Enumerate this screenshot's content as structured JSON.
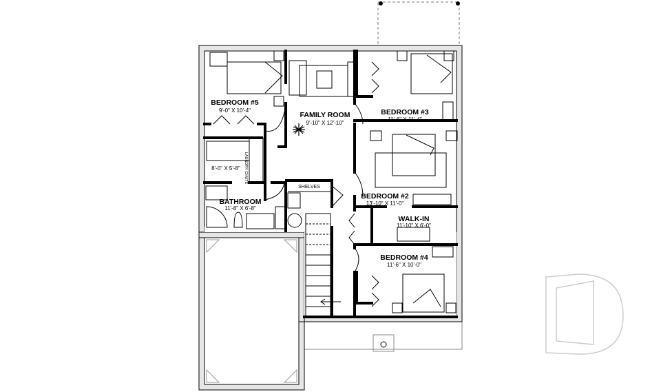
{
  "floor_plan": {
    "rooms": [
      {
        "name": "BEDROOM #5",
        "dimensions": "9'-0\" X 10'-4\""
      },
      {
        "name": "FAMILY ROOM",
        "dimensions": "9'-10\" X 12'-10\""
      },
      {
        "name": "BEDROOM #3",
        "dimensions": "11'-6\" X 11'-4\""
      },
      {
        "name": "BEDROOM #2",
        "dimensions": "13'-10\" X 11'-0\""
      },
      {
        "name": "WALK-IN",
        "dimensions": "11'-10\" X 6'-0\""
      },
      {
        "name": "BEDROOM #4",
        "dimensions": "11'-6\" X 10'-0\""
      },
      {
        "name": "BATHROOM",
        "dimensions": "11'-8\" X 6'-8\""
      }
    ],
    "laundry": {
      "dimensions": "8'-0\" X 5'-8\"",
      "chute_label": "LAUNDRY CHUTE"
    },
    "shelves_label": "SHELVES",
    "colors": {
      "walls": "#000000",
      "exterior_hatch": "#e6e6e6",
      "watermark": "#cccccc"
    },
    "watermark": "D"
  }
}
